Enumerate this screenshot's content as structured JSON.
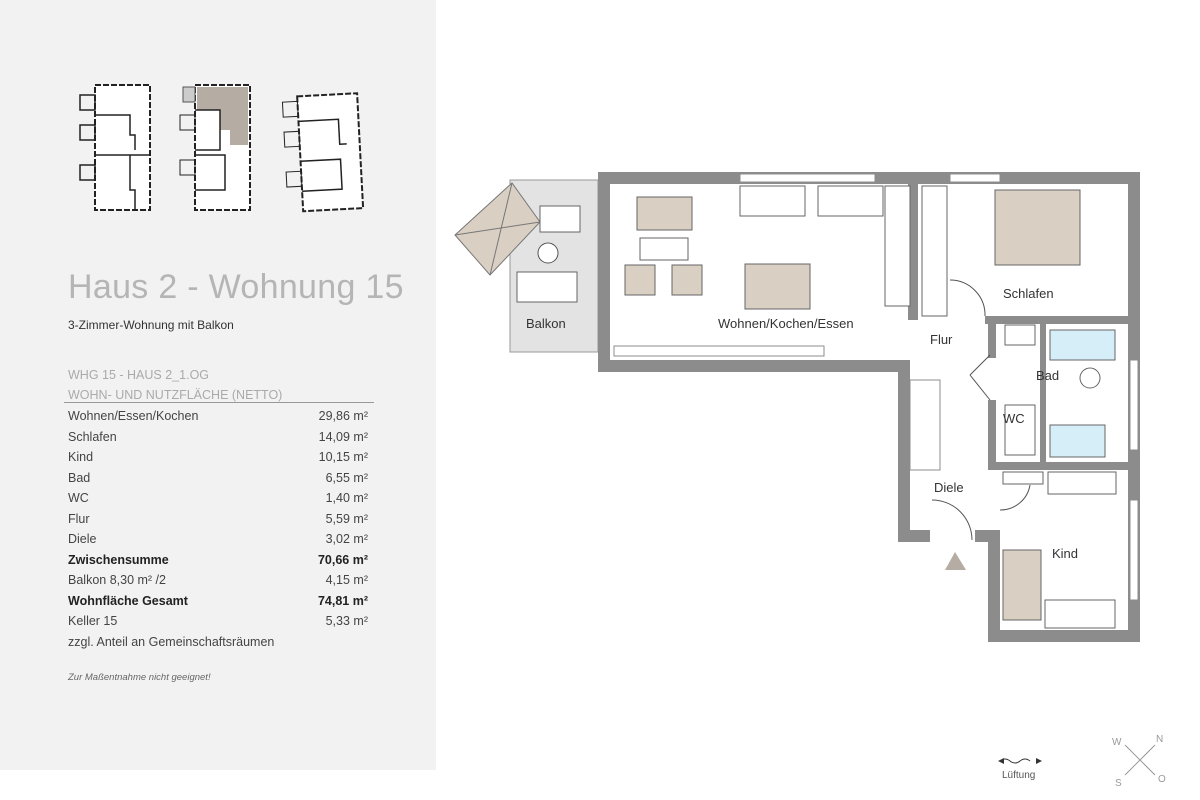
{
  "header": {
    "title": "Haus 2 - Wohnung 15",
    "subtitle": "3-Zimmer-Wohnung mit Balkon"
  },
  "table": {
    "heading1": "WHG 15  - HAUS 2_1.OG",
    "heading2": "WOHN- UND NUTZFLÄCHE (NETTO)",
    "rows": [
      {
        "label": "Wohnen/Essen/Kochen",
        "value": "29,86 m²",
        "bold": false
      },
      {
        "label": "Schlafen",
        "value": "14,09 m²",
        "bold": false
      },
      {
        "label": "Kind",
        "value": "10,15 m²",
        "bold": false
      },
      {
        "label": "Bad",
        "value": "6,55 m²",
        "bold": false
      },
      {
        "label": "WC",
        "value": "1,40 m²",
        "bold": false
      },
      {
        "label": "Flur",
        "value": "5,59 m²",
        "bold": false
      },
      {
        "label": "Diele",
        "value": "3,02 m²",
        "bold": false
      },
      {
        "label": "Zwischensumme",
        "value": "70,66 m²",
        "bold": true
      },
      {
        "label": "Balkon  8,30 m² /2",
        "value": "4,15 m²",
        "bold": false
      },
      {
        "label": "Wohnfläche Gesamt",
        "value": "74,81 m²",
        "bold": true
      },
      {
        "label": "Keller 15",
        "value": "5,33 m²",
        "bold": false
      },
      {
        "label": "zzgl. Anteil an Gemeinschaftsräumen",
        "value": "",
        "bold": false
      }
    ],
    "note": "Zur Maßentnahme nicht geeignet!"
  },
  "plan": {
    "rooms": {
      "balkon": "Balkon",
      "wohnen": "Wohnen/Kochen/Essen",
      "schlafen": "Schlafen",
      "flur": "Flur",
      "bad": "Bad",
      "wc": "WC",
      "diele": "Diele",
      "kind": "Kind"
    },
    "legend": {
      "lueftung": "Lüftung"
    },
    "compass": {
      "n": "N",
      "o": "O",
      "s": "S",
      "w": "W"
    },
    "colors": {
      "wall": "#8c8c8c",
      "furniture": "#d9cfc3",
      "highlight": "#b5aca3",
      "balcony": "#e3e3e3",
      "water": "#d6eef8"
    }
  }
}
